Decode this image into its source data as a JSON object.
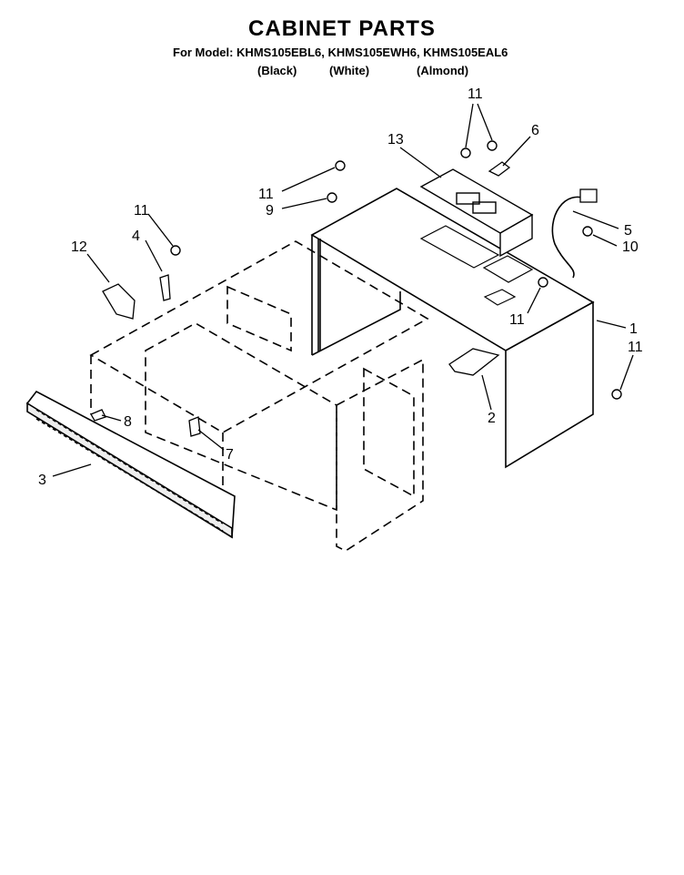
{
  "header": {
    "title": "CABINET PARTS",
    "models": "For Model: KHMS105EBL6, KHMS105EWH6, KHMS105EAL6",
    "colors": [
      "(Black)",
      "(White)",
      "(Almond)"
    ]
  },
  "callouts": [
    "11",
    "6",
    "13",
    "11",
    "9",
    "5",
    "10",
    "11",
    "4",
    "12",
    "11",
    "1",
    "11",
    "8",
    "2",
    "7",
    "3"
  ]
}
